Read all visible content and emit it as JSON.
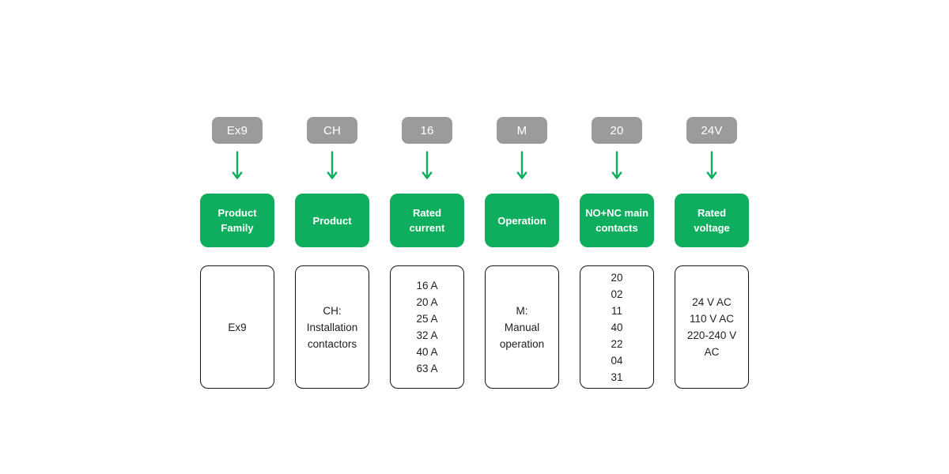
{
  "colors": {
    "background": "#ffffff",
    "pill_bg": "#9b9b9b",
    "pill_text": "#ffffff",
    "accent_green": "#0fae5e",
    "label_text": "#ffffff",
    "box_border": "#141414",
    "value_text": "#212121"
  },
  "diagram": {
    "columns": [
      {
        "code": "Ex9",
        "label": "Product Family",
        "values": [
          "Ex9"
        ]
      },
      {
        "code": "CH",
        "label": "Product",
        "values": [
          "CH:",
          "Installation",
          "contactors"
        ]
      },
      {
        "code": "16",
        "label": "Rated current",
        "values": [
          "16 A",
          "20 A",
          "25 A",
          "32 A",
          "40 A",
          "63 A"
        ]
      },
      {
        "code": "M",
        "label": "Operation",
        "values": [
          "M:",
          "Manual",
          "operation"
        ]
      },
      {
        "code": "20",
        "label": "NO+NC main contacts",
        "values": [
          "20",
          "02",
          "11",
          "40",
          "22",
          "04",
          "31"
        ]
      },
      {
        "code": "24V",
        "label": "Rated voltage",
        "values": [
          "24 V AC",
          "110 V AC",
          "220-240 V",
          "AC"
        ]
      }
    ]
  }
}
